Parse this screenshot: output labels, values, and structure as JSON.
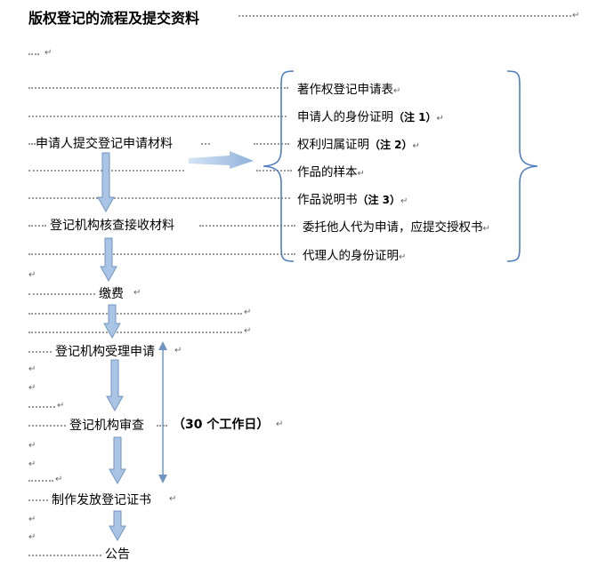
{
  "title": "版权登记的流程及提交资料",
  "steps": {
    "submit": "申请人提交登记申请材料",
    "review": "登记机构核查接收材料",
    "pay": "缴费",
    "accept": "登记机构受理申请",
    "examine": "登记机构审查",
    "issue": "制作发放登记证书",
    "announce": "公告"
  },
  "duration_note": "（30 个工作日）",
  "materials": [
    {
      "text": "著作权登记申请表",
      "note": ""
    },
    {
      "text": "申请人的身份证明",
      "note": "（注 1）"
    },
    {
      "text": "权利归属证明",
      "note": "（注 2）"
    },
    {
      "text": "作品的样本",
      "note": ""
    },
    {
      "text": "作品说明书",
      "note": "（注 3）"
    },
    {
      "text": "委托他人代为申请，应提交授权书",
      "note": ""
    },
    {
      "text": "代理人的身份证明",
      "note": ""
    }
  ],
  "colors": {
    "arrow_fill": "#a9c4e4",
    "arrow_stroke": "#6f95c3",
    "brace": "#4f7ec0",
    "dots": "#9a9a9a"
  }
}
